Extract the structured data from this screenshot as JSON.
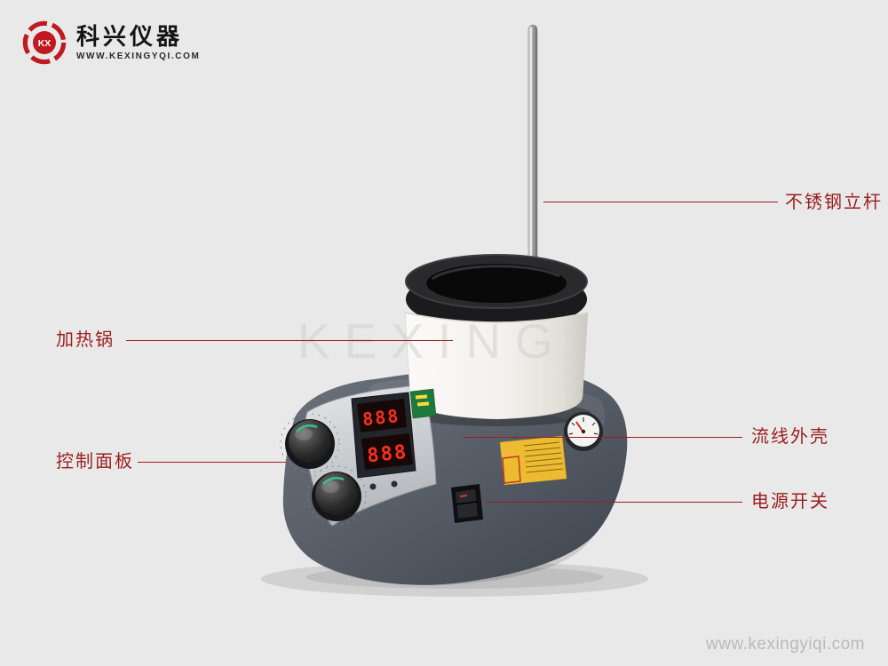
{
  "page": {
    "background_color": "#e9e9e9",
    "center_watermark": "KEXING",
    "corner_watermark": "www.kexingyiqi.com"
  },
  "logo": {
    "brand_name": "科兴仪器",
    "website": "WWW.KEXINGYQI.COM",
    "icon_text": "KX",
    "accent_color": "#c01a20"
  },
  "callouts": [
    {
      "label": "不锈钢立杆",
      "side": "right",
      "target": "stainless-steel-rod",
      "color": "#9b1e1e"
    },
    {
      "label": "加热锅",
      "side": "left",
      "target": "heating-pot",
      "color": "#9b1e1e"
    },
    {
      "label": "流线外壳",
      "side": "right",
      "target": "streamlined-housing",
      "color": "#9b1e1e"
    },
    {
      "label": "控制面板",
      "side": "left",
      "target": "control-panel",
      "color": "#9b1e1e"
    },
    {
      "label": "电源开关",
      "side": "right",
      "target": "power-switch",
      "color": "#9b1e1e"
    }
  ],
  "device": {
    "display_top_value": "888",
    "display_bottom_value": "888",
    "display_color": "#ff2d20",
    "body_color": "#565d66",
    "pot_color": "#f3f1ed",
    "warning_label_color": "#edbb31"
  }
}
